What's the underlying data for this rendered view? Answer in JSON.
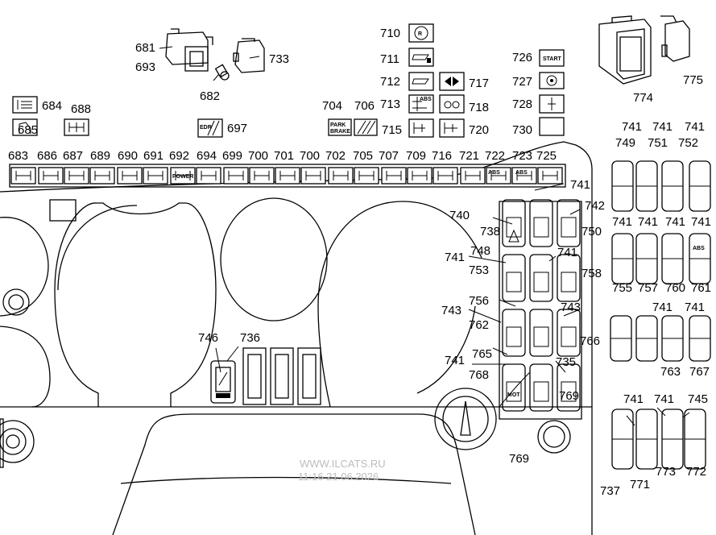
{
  "labels": {
    "l681": "681",
    "l693": "693",
    "l733": "733",
    "l682": "682",
    "l710": "710",
    "l711": "711",
    "l712": "712",
    "l713": "713",
    "l717": "717",
    "l718": "718",
    "l726": "726",
    "l727": "727",
    "l728": "728",
    "l730": "730",
    "l704": "704",
    "l706": "706",
    "l715": "715",
    "l720": "720",
    "l684": "684",
    "l688": "688",
    "l685": "685",
    "l697": "697",
    "l774": "774",
    "l775": "775",
    "row": [
      "683",
      "686",
      "687",
      "689",
      "690",
      "691",
      "692",
      "694",
      "699",
      "700",
      "701",
      "700",
      "702",
      "705",
      "707",
      "709",
      "716",
      "721",
      "722",
      "723",
      "725"
    ],
    "l741a": "741",
    "l741b": "741",
    "l741c": "741",
    "l749": "749",
    "l751": "751",
    "l752": "752",
    "l741d": "741",
    "l741e": "741",
    "l741f": "741",
    "l741g": "741",
    "l755": "755",
    "l757": "757",
    "l760": "760",
    "l761": "761",
    "l741h": "741",
    "l741i": "741",
    "l763": "763",
    "l767": "767",
    "l741j": "741",
    "l741k": "741",
    "l745": "745",
    "l737": "737",
    "l771": "771",
    "l773": "773",
    "l772": "772",
    "l740": "740",
    "l738": "738",
    "l741m": "741",
    "l742": "742",
    "l750": "750",
    "l741n": "741",
    "l748": "748",
    "l741o": "741",
    "l753": "753",
    "l758": "758",
    "l756": "756",
    "l743a": "743",
    "l743b": "743",
    "l762": "762",
    "l766": "766",
    "l765": "765",
    "l741p": "741",
    "l735": "735",
    "l768": "768",
    "l769a": "769",
    "l769b": "769",
    "l746": "746",
    "l736": "736"
  },
  "switch_text": {
    "start": "START",
    "park": "PARK",
    "brake": "BRAKE",
    "power": "POWER",
    "abs": "ABS",
    "mot": "MOT",
    "edr": "EDR"
  },
  "watermark": {
    "site": "WWW.ILCATS.RU",
    "timestamp": "11:16 21.06.2026"
  }
}
